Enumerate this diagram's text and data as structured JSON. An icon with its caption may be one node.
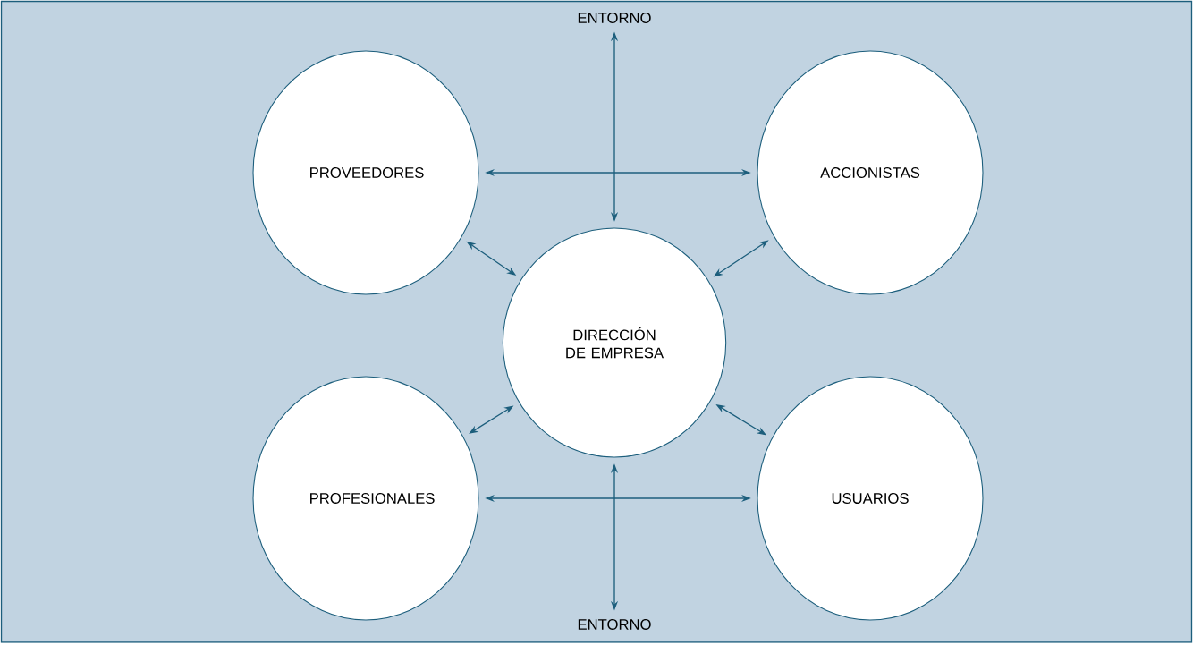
{
  "diagram": {
    "nodes": [
      {
        "text": [
          "ENTORNO"
        ]
      },
      {
        "text": [
          "PROVEEDORES"
        ]
      },
      {
        "text": [
          "ACCIONISTAS"
        ]
      },
      {
        "text": [
          "DIRECCIÓN DE EMPRESA"
        ]
      },
      {
        "text": [
          "PROFESIONALES"
        ]
      },
      {
        "text": [
          "USUARIOS"
        ]
      },
      {
        "text": [
          "ENTORNO"
        ]
      }
    ],
    "edges": [
      {
        "from": 0,
        "to": 3,
        "arrow": "both"
      },
      {
        "from": 1,
        "to": 2,
        "arrow": "both"
      },
      {
        "from": 1,
        "to": 3,
        "arrow": "both"
      },
      {
        "from": 2,
        "to": 3,
        "arrow": "both"
      },
      {
        "from": 4,
        "to": 3,
        "arrow": "both"
      },
      {
        "from": 5,
        "to": 3,
        "arrow": "both"
      },
      {
        "from": 4,
        "to": 5,
        "arrow": "both"
      },
      {
        "from": 3,
        "to": 6,
        "arrow": "both"
      }
    ]
  }
}
